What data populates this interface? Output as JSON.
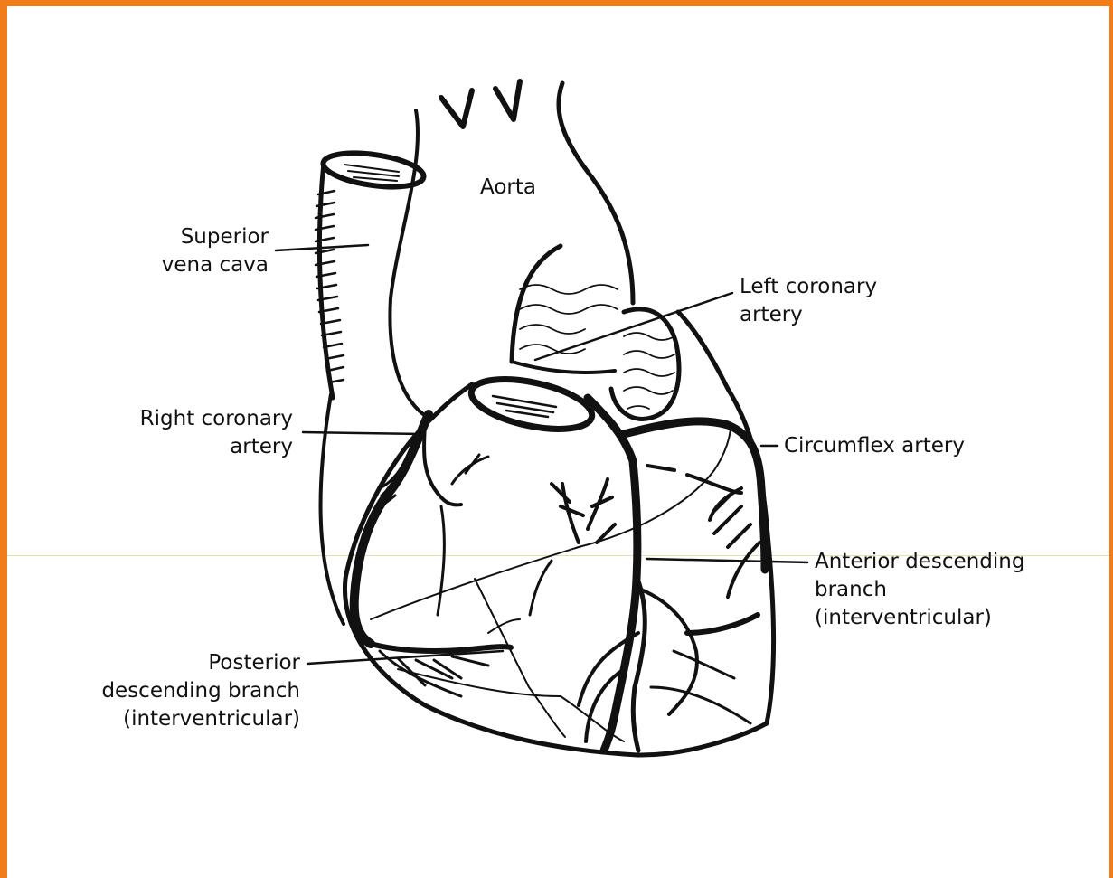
{
  "colors": {
    "frame": "#f07c1a",
    "ink": "#111111",
    "background": "#ffffff"
  },
  "labels": {
    "aorta": "Aorta",
    "superior_vena_cava": "Superior\nvena cava",
    "left_coronary_artery": "Left coronary\nartery",
    "right_coronary_artery": "Right coronary\nartery",
    "circumflex_artery": "Circumflex artery",
    "anterior_descending_branch": "Anterior descending\nbranch\n(interventricular)",
    "posterior_descending_branch": "Posterior\ndescending branch\n(interventricular)"
  }
}
